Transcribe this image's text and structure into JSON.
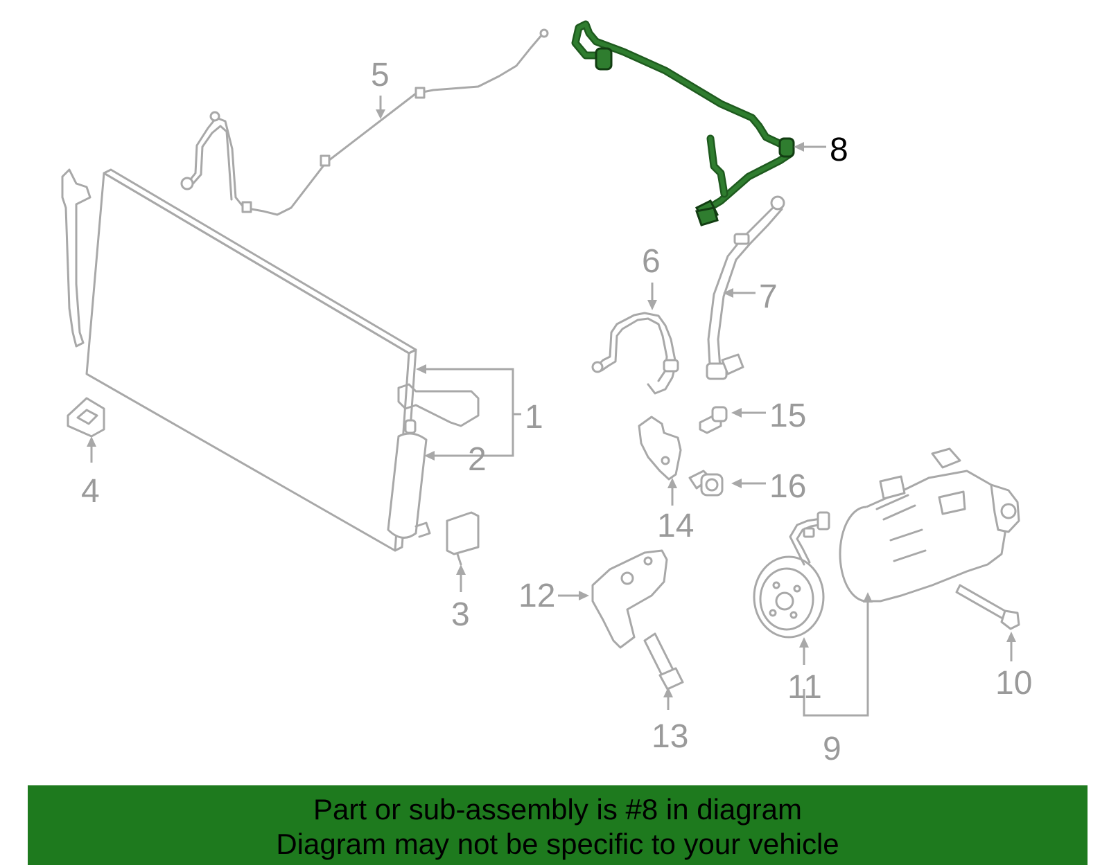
{
  "callouts": [
    {
      "id": "1",
      "label": "1"
    },
    {
      "id": "2",
      "label": "2"
    },
    {
      "id": "3",
      "label": "3"
    },
    {
      "id": "4",
      "label": "4"
    },
    {
      "id": "5",
      "label": "5"
    },
    {
      "id": "6",
      "label": "6"
    },
    {
      "id": "7",
      "label": "7"
    },
    {
      "id": "8",
      "label": "8"
    },
    {
      "id": "9",
      "label": "9"
    },
    {
      "id": "10",
      "label": "10"
    },
    {
      "id": "11",
      "label": "11"
    },
    {
      "id": "12",
      "label": "12"
    },
    {
      "id": "13",
      "label": "13"
    },
    {
      "id": "14",
      "label": "14"
    },
    {
      "id": "15",
      "label": "15"
    },
    {
      "id": "16",
      "label": "16"
    }
  ],
  "highlighted_part": "8",
  "colors": {
    "highlight": "#2f7d2f",
    "banner": "#1e7a1e",
    "line_art": "#a8a8a8"
  },
  "banner": {
    "line1": "Part or sub-assembly is #8 in diagram",
    "line2": "Diagram may not be specific to your vehicle"
  }
}
